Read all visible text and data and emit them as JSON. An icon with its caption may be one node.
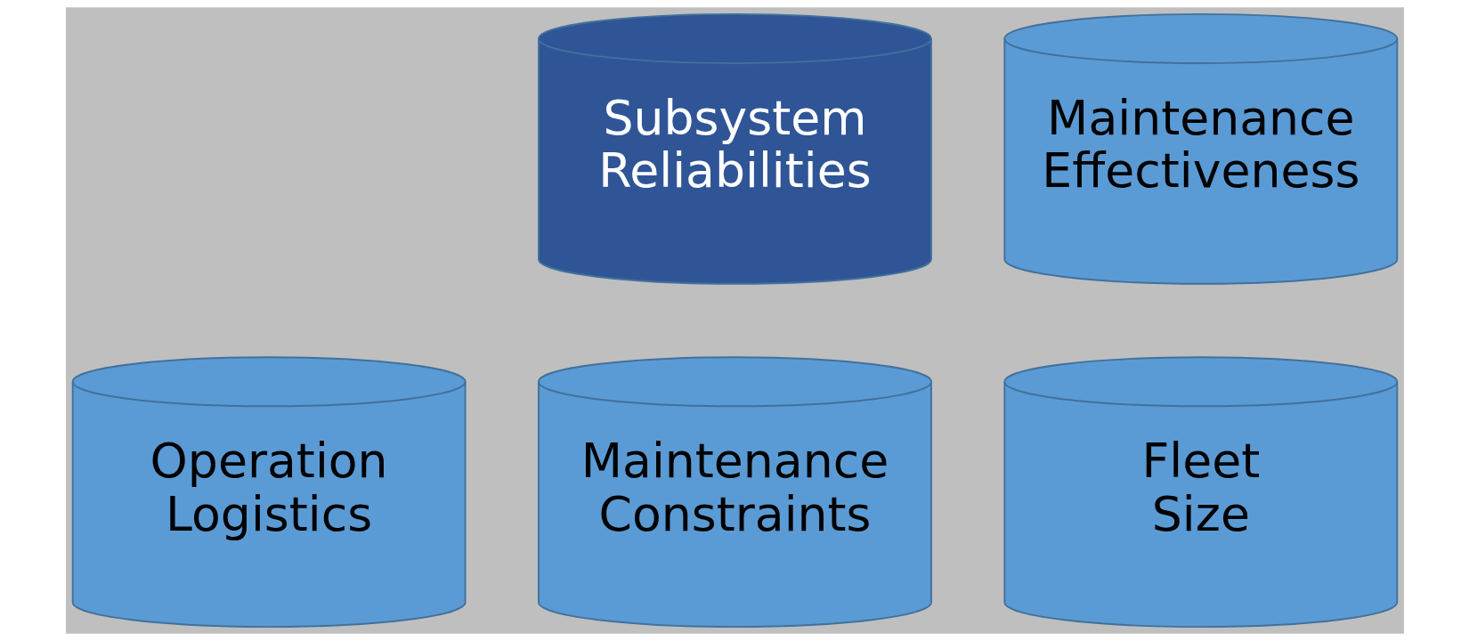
{
  "diagram": {
    "nodes": [
      {
        "text": [
          "Subsystem Reliabilities"
        ]
      },
      {
        "text": [
          "Maintenance Effectiveness"
        ]
      },
      {
        "text": [
          "Operation Logistics"
        ]
      },
      {
        "text": [
          "Maintenance Constraints"
        ]
      },
      {
        "text": [
          "Fleet Size"
        ]
      }
    ]
  }
}
